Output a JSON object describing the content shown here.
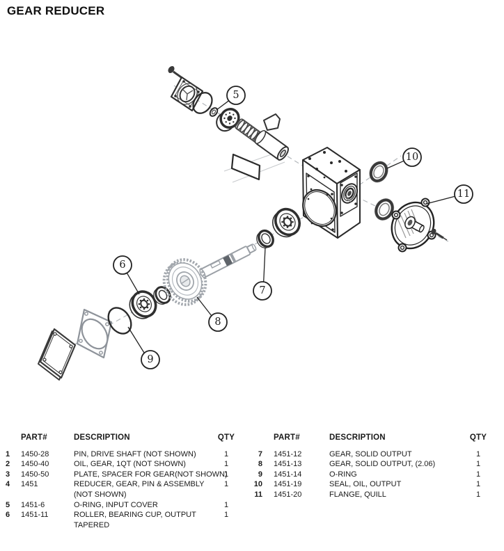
{
  "page": {
    "title": "GEAR REDUCER"
  },
  "diagram": {
    "callouts": [
      {
        "label": "5"
      },
      {
        "label": "6"
      },
      {
        "label": "7"
      },
      {
        "label": "8"
      },
      {
        "label": "9"
      },
      {
        "label": "10"
      },
      {
        "label": "11"
      }
    ]
  },
  "parts_tables": {
    "headers": {
      "part": "PART#",
      "description": "DESCRIPTION",
      "qty": "QTY"
    },
    "left": {
      "rows": [
        {
          "num": "1",
          "part": "1450-28",
          "desc": "PIN, DRIVE SHAFT (NOT SHOWN)",
          "qty": "1"
        },
        {
          "num": "2",
          "part": "1450-40",
          "desc": "OIL, GEAR, 1QT (NOT SHOWN)",
          "qty": "1"
        },
        {
          "num": "3",
          "part": "1450-50",
          "desc": "PLATE, SPACER FOR GEAR(NOT SHOWN)",
          "qty": "1"
        },
        {
          "num": "4",
          "part": "1451",
          "desc": "REDUCER, GEAR, PIN & ASSEMBLY\n(NOT SHOWN)",
          "qty": "1"
        },
        {
          "num": "5",
          "part": "1451-6",
          "desc": "O-RING, INPUT COVER",
          "qty": "1"
        },
        {
          "num": "6",
          "part": "1451-11",
          "desc": "ROLLER, BEARING CUP, OUTPUT\nTAPERED",
          "qty": "1"
        }
      ]
    },
    "right": {
      "rows": [
        {
          "num": "7",
          "part": "1451-12",
          "desc": "GEAR, SOLID OUTPUT",
          "qty": "1"
        },
        {
          "num": "8",
          "part": "1451-13",
          "desc": "GEAR, SOLID OUTPUT, (2.06)",
          "qty": "1"
        },
        {
          "num": "9",
          "part": "1451-14",
          "desc": "O-RING",
          "qty": "1"
        },
        {
          "num": "10",
          "part": "1451-19",
          "desc": "SEAL, OIL, OUTPUT",
          "qty": "1"
        },
        {
          "num": "11",
          "part": "1451-20",
          "desc": "FLANGE, QUILL",
          "qty": "1"
        }
      ]
    }
  }
}
